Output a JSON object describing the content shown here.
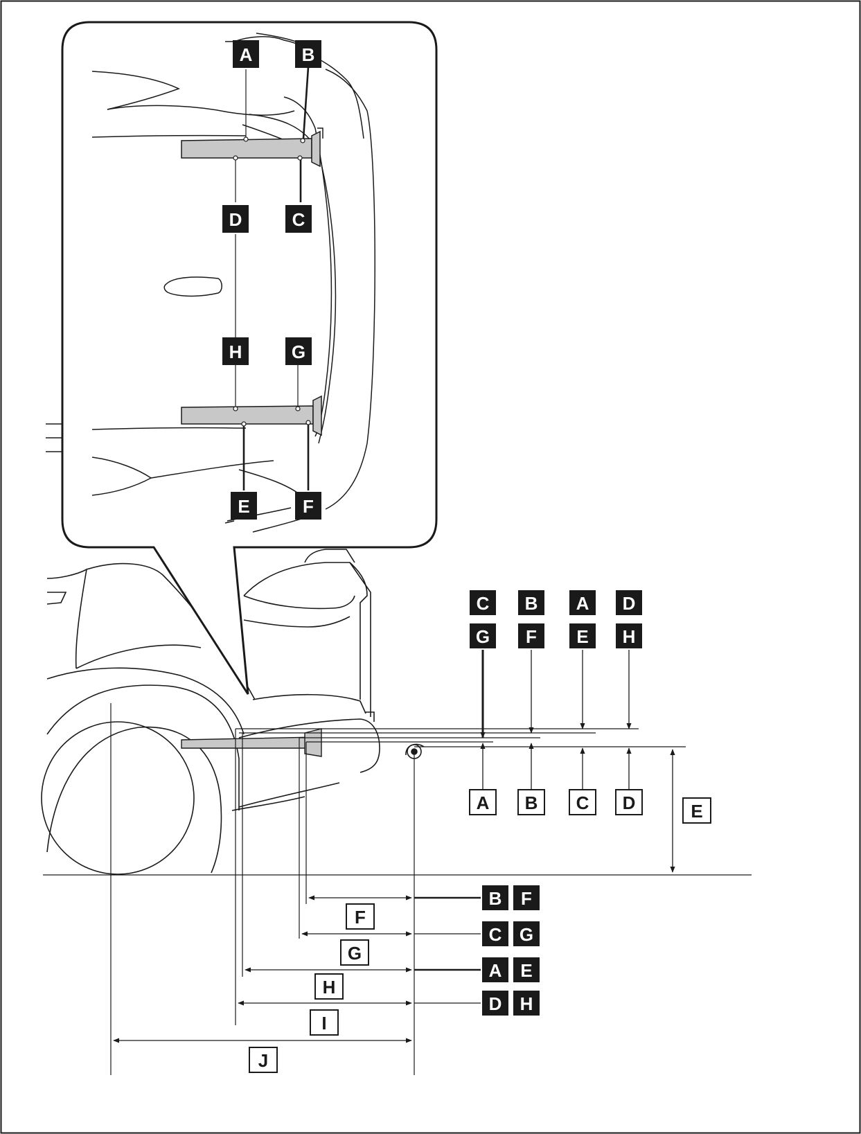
{
  "colors": {
    "ink": "#1a1a1a",
    "label_fill_dark": "#1a1a1a",
    "label_text_dark": "#ffffff",
    "label_fill_light": "#ffffff",
    "label_text_light": "#1a1a1a",
    "bracket_fill": "#c8c8c8"
  },
  "callout": {
    "top_points": [
      "A",
      "B"
    ],
    "upper_ref_points": [
      "D",
      "C"
    ],
    "lower_ref_points": [
      "H",
      "G"
    ],
    "bottom_points": [
      "E",
      "F"
    ]
  },
  "vertical_refs": {
    "point_pairs": [
      {
        "top": "C",
        "bottom": "G"
      },
      {
        "top": "B",
        "bottom": "F"
      },
      {
        "top": "A",
        "bottom": "E"
      },
      {
        "top": "D",
        "bottom": "H"
      }
    ],
    "dimension_labels": [
      "A",
      "B",
      "C",
      "D"
    ],
    "ground_height_label": "E"
  },
  "horizontal_dims": [
    {
      "dimension": "F",
      "points": [
        "B",
        "F"
      ]
    },
    {
      "dimension": "G",
      "points": [
        "C",
        "G"
      ]
    },
    {
      "dimension": "H",
      "points": [
        "A",
        "E"
      ]
    },
    {
      "dimension": "I",
      "points": [
        "D",
        "H"
      ]
    },
    {
      "dimension": "J",
      "points": []
    }
  ]
}
